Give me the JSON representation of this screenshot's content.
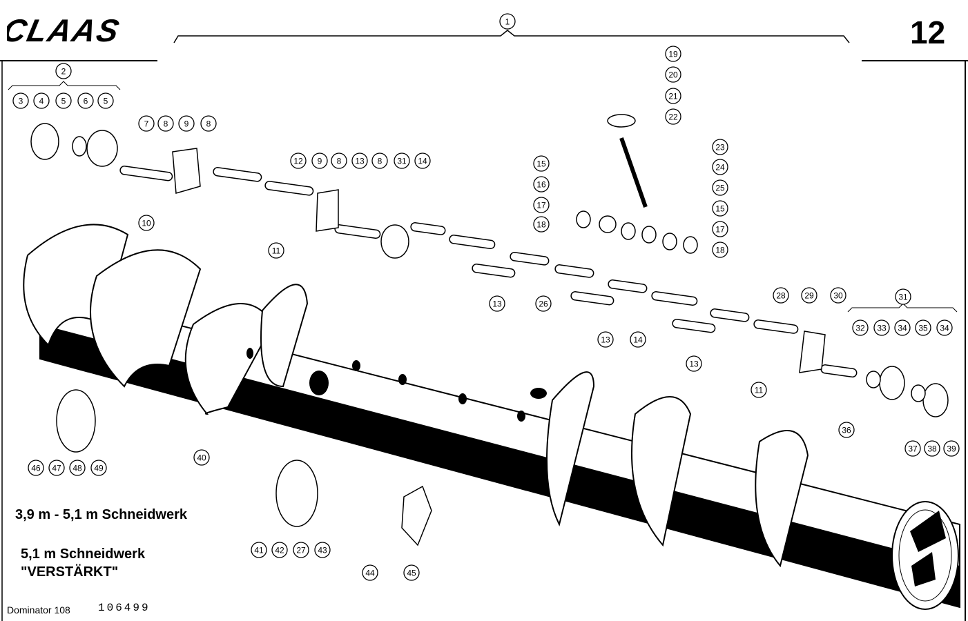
{
  "header": {
    "brand": "CLAAS",
    "page_number": "12"
  },
  "captions": {
    "line1": "3,9 m - 5,1 m Schneidwerk",
    "line2": "5,1 m Schneidwerk",
    "line3": "\"VERSTÄRKT\""
  },
  "footer": {
    "model": "Dominator 108",
    "code": "106499"
  },
  "callouts": [
    "1",
    "2",
    "3",
    "4",
    "5",
    "6",
    "5",
    "7",
    "8",
    "9",
    "8",
    "10",
    "11",
    "12",
    "9",
    "8",
    "13",
    "8",
    "31",
    "14",
    "15",
    "16",
    "17",
    "18",
    "19",
    "20",
    "21",
    "22",
    "23",
    "24",
    "25",
    "15",
    "17",
    "18",
    "13",
    "26",
    "13",
    "14",
    "13",
    "28",
    "29",
    "30",
    "11",
    "31",
    "32",
    "33",
    "34",
    "35",
    "34",
    "36",
    "37",
    "38",
    "39",
    "40",
    "46",
    "47",
    "48",
    "49",
    "41",
    "42",
    "27",
    "43",
    "44",
    "45"
  ],
  "colors": {
    "ink": "#000000",
    "paper": "#ffffff"
  }
}
